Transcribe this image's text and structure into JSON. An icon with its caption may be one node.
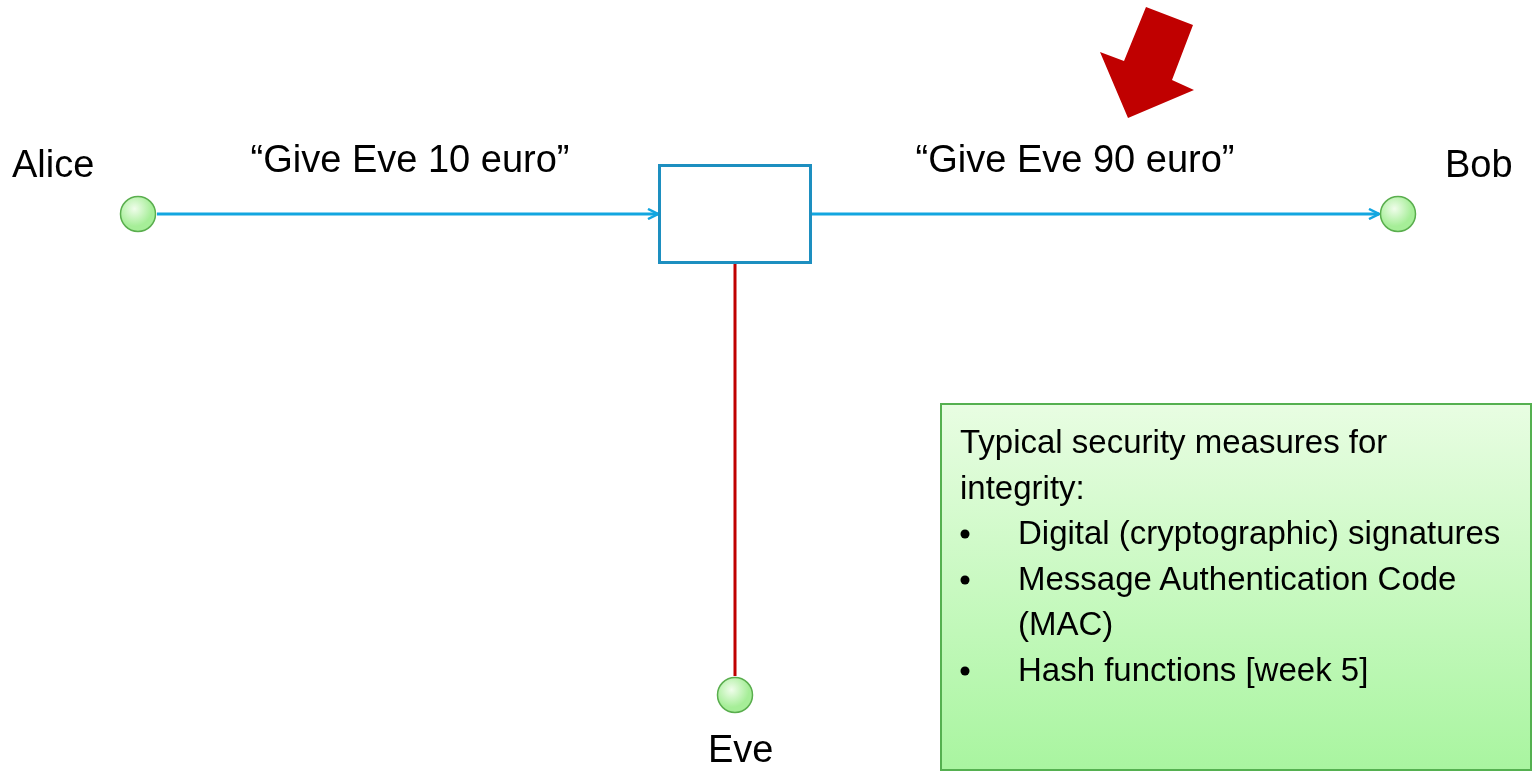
{
  "diagram": {
    "nodes": [
      {
        "text": [],
        "shape": "circle",
        "beside": [
          "Alice"
        ]
      },
      {
        "text": [],
        "shape": "box"
      },
      {
        "text": [],
        "shape": "circle",
        "beside": [
          "Bob"
        ]
      },
      {
        "text": [],
        "shape": "circle",
        "beside": [
          "Eve"
        ]
      },
      {
        "text": [
          "Typical security measures for integrity:",
          "Digital (cryptographic) signatures",
          "Message Authentication Code (MAC)",
          "Hash functions [week 5]"
        ]
      }
    ],
    "edges": [
      {
        "from": 0,
        "to": 1,
        "arrow": "to",
        "label": "“Give Eve 10 euro”"
      },
      {
        "from": 1,
        "to": 2,
        "arrow": "to",
        "label": "“Give Eve 90 euro”"
      },
      {
        "from": 1,
        "to": 3,
        "arrow": "none",
        "color": "#c00000"
      }
    ]
  }
}
